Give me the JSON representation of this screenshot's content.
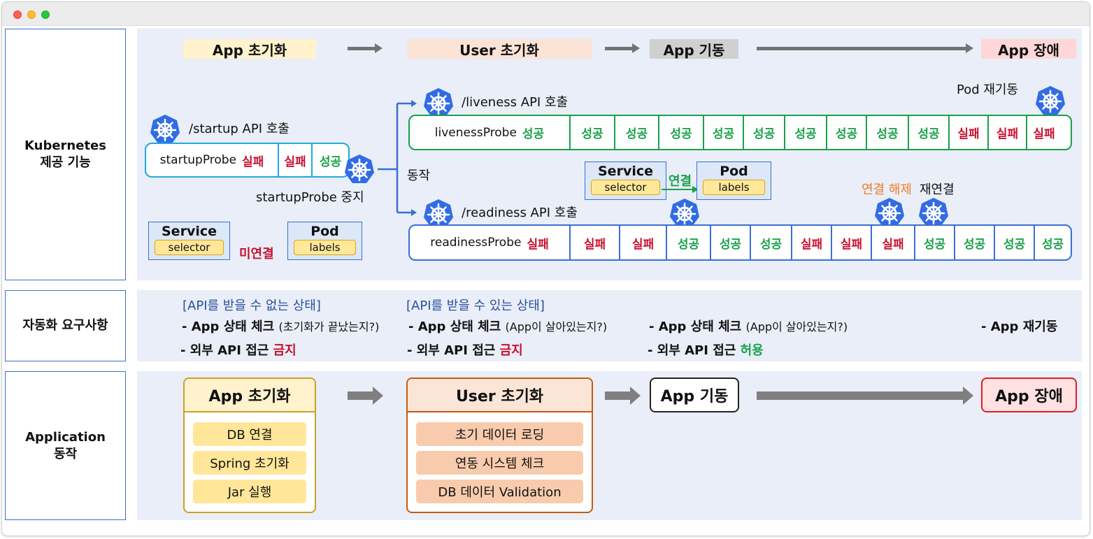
{
  "rows": {
    "kubernetes": "Kubernetes\n제공 기능",
    "automation": "자동화 요구사항",
    "application": "Application\n동작"
  },
  "phases": {
    "init": "App 초기화",
    "user_init": "User 초기화",
    "start": "App 기동",
    "failure": "App 장애"
  },
  "startup": {
    "call": "/startup API 호출",
    "name": "startupProbe",
    "cells": [
      "실패",
      "실패",
      "성공"
    ],
    "stopped": "startupProbe 중지"
  },
  "operate": "동작",
  "liveness": {
    "call": "/liveness API 호출",
    "name": "livenessProbe",
    "cells": [
      "성공",
      "성공",
      "성공",
      "성공",
      "성공",
      "성공",
      "성공",
      "성공",
      "성공",
      "성공",
      "실패",
      "실패",
      "실패"
    ],
    "restart": "Pod 재기동"
  },
  "readiness": {
    "call": "/readiness API 호출",
    "name": "readinessProbe",
    "cells": [
      "실패",
      "실패",
      "실패",
      "성공",
      "성공",
      "성공",
      "실패",
      "실패",
      "실패",
      "성공",
      "성공",
      "성공",
      "성공"
    ],
    "disconnect": "연결 해제",
    "reconnect": "재연결"
  },
  "service": {
    "title": "Service",
    "selector": "selector"
  },
  "pod": {
    "title": "Pod",
    "labels": "labels"
  },
  "links": {
    "disconnected": "미연결",
    "connected": "연결"
  },
  "requirements": {
    "col1_head": "[API를 받을 수 없는 상태]",
    "col1_check": "- App 상태 체크",
    "col1_check_note": "(초기화가 끝났는지?)",
    "col1_api": "- 외부 API 접근",
    "col1_api_state": "금지",
    "col2_head": "[API를 받을 수 있는 상태]",
    "col2_check": "- App 상태 체크",
    "col2_check_note": "(App이 살아있는지?)",
    "col2_api": "- 외부 API 접근",
    "col2_api_state": "금지",
    "col3_check": "- App 상태 체크",
    "col3_check_note": "(App이 살아있는지?)",
    "col3_api": "- 외부 API 접근",
    "col3_api_state": "허용",
    "col4_restart": "- App 재기동"
  },
  "app": {
    "init_steps": [
      "DB 연결",
      "Spring 초기화",
      "Jar 실행"
    ],
    "user_steps": [
      "초기 데이터 로딩",
      "연동 시스템 체크",
      "DB 데이터 Validation"
    ]
  },
  "colors": {
    "ok": "#1aa14a",
    "fail": "#c8102e",
    "startup": "#1fa9e1",
    "liveness": "#1aa14a",
    "readiness": "#3b6fd0",
    "k8s": "#326ce5"
  }
}
